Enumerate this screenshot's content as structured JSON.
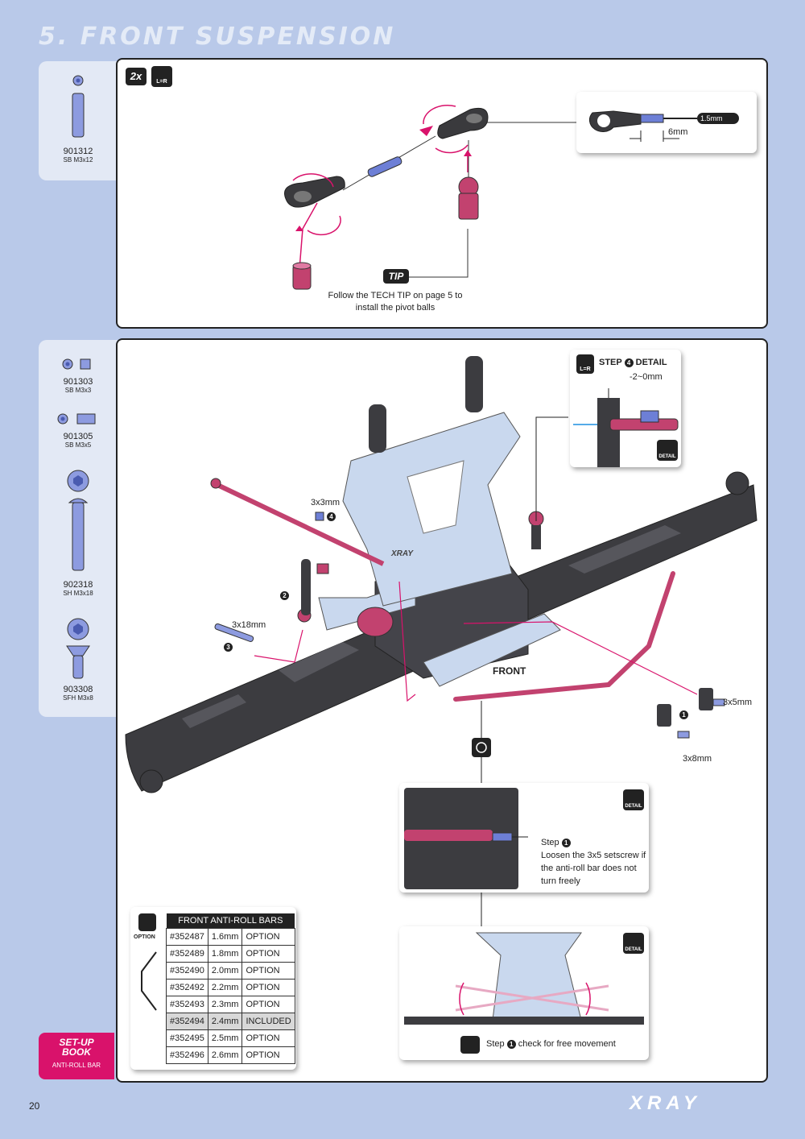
{
  "header": {
    "title": "5. FRONT SUSPENSION"
  },
  "parts_top": [
    {
      "code": "901312",
      "desc": "SB M3x12"
    }
  ],
  "parts_bottom": [
    {
      "code": "901303",
      "desc": "SB M3x3"
    },
    {
      "code": "901305",
      "desc": "SB M3x5"
    },
    {
      "code": "902318",
      "desc": "SH M3x18"
    },
    {
      "code": "903308",
      "desc": "SFH M3x8"
    }
  ],
  "step_top": {
    "qty_badge": "2x",
    "lr_badge": "L=R",
    "measure_tool": "1.5mm",
    "measure_len": "6mm",
    "tip_badge": "TIP",
    "tip_line1": "Follow the TECH TIP on page 5 to",
    "tip_line2": "install the pivot balls"
  },
  "step_main": {
    "detail_title": "STEP",
    "detail_step_num": "4",
    "detail_word": "DETAIL",
    "detail_lr": "L=R",
    "detail_gap": "-2~0mm",
    "detail_badge": "DETAIL",
    "label_3x3": "3x3mm",
    "num_4": "4",
    "num_2": "2",
    "label_3x18": "3x18mm",
    "num_3": "3",
    "label_front": "FRONT",
    "label_3x5": "3x5mm",
    "num_1": "1",
    "label_3x8": "3x8mm",
    "logo_chassis": "XRAY",
    "callout1_badge": "DETAIL",
    "callout1_step": "Step",
    "callout1_num": "1",
    "callout1_line1": "Loosen the 3x5 setscrew if",
    "callout1_line2": "the anti-roll bar does not",
    "callout1_line3": "turn freely",
    "callout2_badge": "DETAIL",
    "callout2_step": "Step",
    "callout2_num": "1",
    "callout2_text": "check for free movement"
  },
  "option_table": {
    "icon_label": "OPTION",
    "title": "FRONT ANTI-ROLL BARS",
    "rows": [
      {
        "part": "#352487",
        "size": "1.6mm",
        "status": "OPTION"
      },
      {
        "part": "#352489",
        "size": "1.8mm",
        "status": "OPTION"
      },
      {
        "part": "#352490",
        "size": "2.0mm",
        "status": "OPTION"
      },
      {
        "part": "#352492",
        "size": "2.2mm",
        "status": "OPTION"
      },
      {
        "part": "#352493",
        "size": "2.3mm",
        "status": "OPTION"
      },
      {
        "part": "#352494",
        "size": "2.4mm",
        "status": "INCLUDED"
      },
      {
        "part": "#352495",
        "size": "2.5mm",
        "status": "OPTION"
      },
      {
        "part": "#352496",
        "size": "2.6mm",
        "status": "OPTION"
      }
    ]
  },
  "setup_badge": {
    "line1": "SET-UP",
    "line2": "BOOK",
    "line3": "ANTI-ROLL BAR"
  },
  "footer": {
    "page": "20",
    "brand": "XRAY"
  },
  "colors": {
    "background": "#b9c9e9",
    "accent": "#d9126b",
    "part_pink": "#c2426f",
    "part_blue": "#6d7fd6",
    "dark_part": "#3a3a3d"
  }
}
